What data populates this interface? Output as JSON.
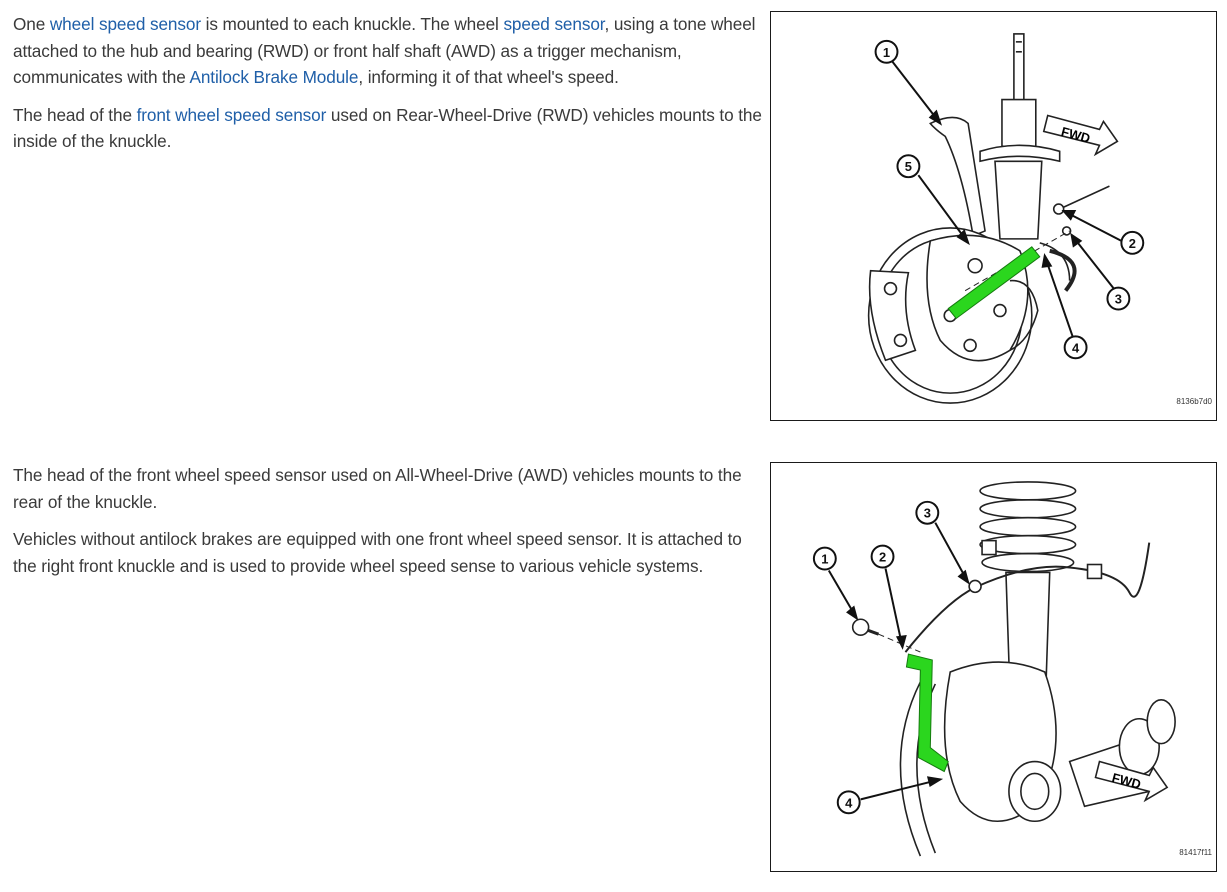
{
  "section1": {
    "para1": {
      "t1": "One ",
      "link1": "wheel speed sensor",
      "t2": " is mounted to each knuckle. The wheel ",
      "link2": "speed sensor",
      "t3": ", using a tone wheel attached to the hub and bearing (RWD) or front half shaft (AWD) as a trigger mechanism, communicates with the ",
      "link3": "Antilock Brake Module",
      "t4": ", informing it of that wheel's speed."
    },
    "para2": {
      "t1": "The head of the ",
      "link1": "front wheel speed sensor",
      "t2": " used on Rear-Wheel-Drive (RWD) vehicles mounts to the inside of the knuckle."
    },
    "figure": {
      "id_label": "8136b7d0",
      "fwd_label": "FWD",
      "callouts": [
        "1",
        "2",
        "3",
        "4",
        "5"
      ],
      "highlight_color": "#2bd61e"
    }
  },
  "section2": {
    "para1": "The head of the front wheel speed sensor used on All-Wheel-Drive (AWD) vehicles mounts to the rear of the knuckle.",
    "para2": "Vehicles without antilock brakes are equipped with one front wheel speed sensor. It is attached to the right front knuckle and is used to provide wheel speed sense to various vehicle systems.",
    "figure": {
      "id_label": "81417f11",
      "fwd_label": "FWD",
      "callouts": [
        "1",
        "2",
        "3",
        "4"
      ],
      "highlight_color": "#2bd61e"
    }
  }
}
